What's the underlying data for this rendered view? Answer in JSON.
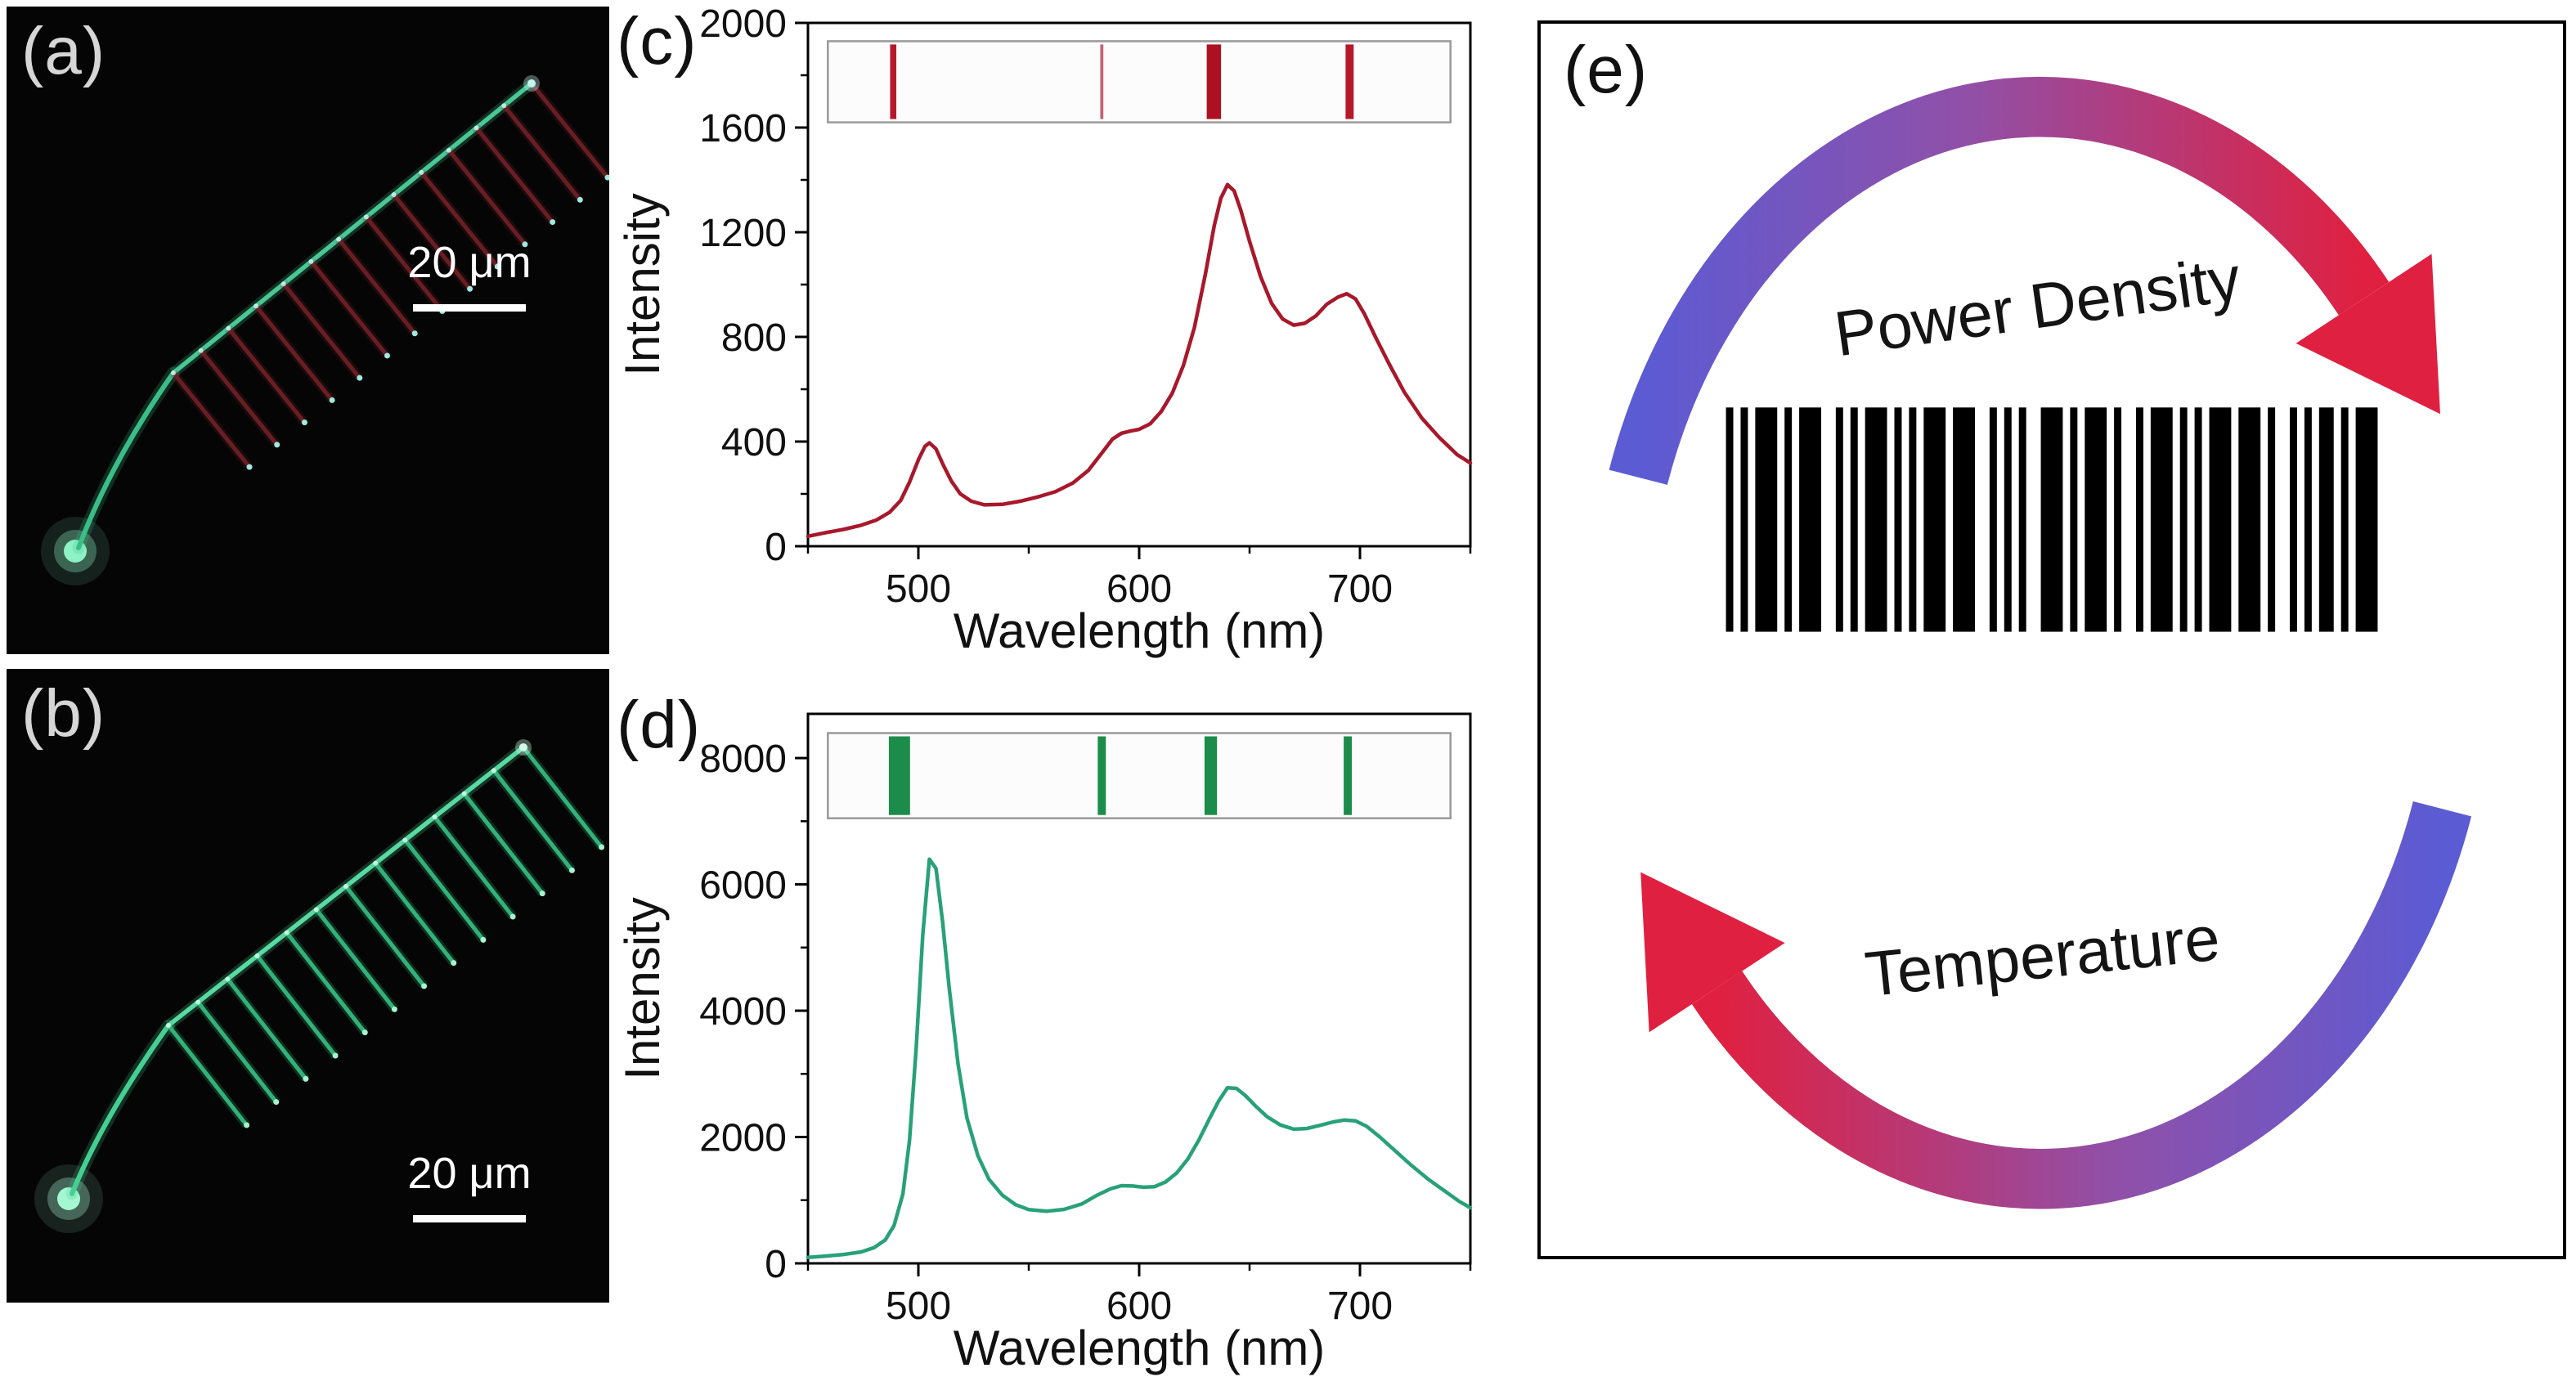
{
  "panels": {
    "a": {
      "label": "(a)",
      "scale_bar": "20 μm",
      "teeth": 14
    },
    "b": {
      "label": "(b)",
      "scale_bar": "20 μm",
      "teeth": 13
    },
    "c": {
      "label": "(c)"
    },
    "d": {
      "label": "(d)"
    },
    "e": {
      "label": "(e)",
      "top_label": "Power Density",
      "bottom_label": "Temperature"
    }
  },
  "colors": {
    "arrow_blue": "#5b5bd4",
    "arrow_mid": "#9050a8",
    "arrow_red": "#e02040",
    "barcode": "#000000",
    "micro_a": {
      "teeth": "#6e2026",
      "tip": "#9fe9e2",
      "spine": "#49c795",
      "handle": "#3bbd8a",
      "blob": "#8df2c6",
      "nodes": "#c2f6ee"
    },
    "micro_b": {
      "teeth": "#35b97e",
      "tip": "#a6f4cf",
      "spine": "#58dba2",
      "handle": "#46cf92",
      "blob": "#a5f7d2",
      "nodes": "#d2fbe8"
    }
  },
  "barcode": {
    "pattern": [
      [
        1,
        1
      ],
      [
        1,
        1
      ],
      [
        3,
        1
      ],
      [
        1,
        1
      ],
      [
        3,
        2
      ],
      [
        1,
        1
      ],
      [
        1,
        1
      ],
      [
        3,
        1
      ],
      [
        1,
        1
      ],
      [
        1,
        1
      ],
      [
        3,
        1
      ],
      [
        3,
        2
      ],
      [
        1,
        1
      ],
      [
        1,
        1
      ],
      [
        1,
        2
      ],
      [
        3,
        1
      ],
      [
        1,
        1
      ],
      [
        3,
        1
      ],
      [
        1,
        2
      ],
      [
        1,
        1
      ],
      [
        3,
        1
      ],
      [
        1,
        1
      ],
      [
        1,
        1
      ],
      [
        3,
        1
      ],
      [
        3,
        1
      ],
      [
        1,
        2
      ],
      [
        1,
        1
      ],
      [
        1,
        1
      ],
      [
        2,
        1
      ],
      [
        1,
        1
      ],
      [
        3,
        0
      ]
    ]
  },
  "chart_data": [
    {
      "panel": "c",
      "type": "line",
      "title": "",
      "xlabel": "Wavelength (nm)",
      "ylabel": "Intensity",
      "xlim": [
        450,
        750
      ],
      "ylim": [
        0,
        2000
      ],
      "xticks": [
        500,
        600,
        700
      ],
      "xticks_minor": [
        450,
        550,
        650,
        750
      ],
      "yticks": [
        0,
        400,
        800,
        1200,
        1600,
        2000
      ],
      "yticks_minor": [
        200,
        600,
        1000,
        1400,
        1800
      ],
      "legend": "none",
      "grid": false,
      "line_color": "#a8182b",
      "x": [
        450,
        458,
        466,
        474,
        481,
        487,
        492,
        496,
        500,
        503,
        505,
        508,
        511,
        515,
        519,
        524,
        530,
        538,
        546,
        554,
        562,
        570,
        577,
        583,
        588,
        592,
        596,
        600,
        605,
        610,
        615,
        620,
        625,
        630,
        634,
        637,
        640,
        643,
        646,
        650,
        655,
        660,
        665,
        670,
        675,
        680,
        685,
        690,
        694,
        698,
        702,
        707,
        713,
        720,
        728,
        736,
        744,
        750
      ],
      "y": [
        38,
        52,
        64,
        80,
        100,
        130,
        175,
        245,
        330,
        382,
        395,
        372,
        315,
        248,
        200,
        172,
        158,
        160,
        172,
        188,
        208,
        242,
        290,
        355,
        410,
        432,
        440,
        447,
        468,
        515,
        585,
        690,
        835,
        1040,
        1225,
        1330,
        1382,
        1358,
        1285,
        1165,
        1030,
        928,
        868,
        845,
        852,
        880,
        925,
        952,
        965,
        945,
        888,
        800,
        700,
        590,
        490,
        415,
        350,
        318
      ],
      "peaks_nm": [
        505,
        590,
        640,
        695
      ],
      "inset_bars": [
        {
          "pos": 0.105,
          "width": 0.01,
          "color": "#b5182b"
        },
        {
          "pos": 0.44,
          "width": 0.005,
          "color": "#c06570"
        },
        {
          "pos": 0.62,
          "width": 0.023,
          "color": "#ad1020"
        },
        {
          "pos": 0.838,
          "width": 0.013,
          "color": "#b5182b"
        }
      ]
    },
    {
      "panel": "d",
      "type": "line",
      "title": "",
      "xlabel": "Wavelength (nm)",
      "ylabel": "Intensity",
      "xlim": [
        450,
        750
      ],
      "ylim": [
        0,
        8700
      ],
      "xticks": [
        500,
        600,
        700
      ],
      "xticks_minor": [
        450,
        550,
        650,
        750
      ],
      "yticks": [
        0,
        2000,
        4000,
        6000,
        8000
      ],
      "yticks_minor": [
        1000,
        3000,
        5000,
        7000
      ],
      "legend": "none",
      "grid": false,
      "line_color": "#28a178",
      "x": [
        450,
        458,
        466,
        474,
        480,
        485,
        489,
        493,
        496,
        499,
        502,
        505,
        508,
        511,
        514,
        518,
        522,
        527,
        532,
        538,
        544,
        550,
        558,
        566,
        574,
        581,
        587,
        592,
        597,
        602,
        607,
        612,
        617,
        622,
        627,
        632,
        636,
        640,
        644,
        648,
        653,
        658,
        664,
        670,
        676,
        682,
        688,
        693,
        698,
        703,
        709,
        716,
        723,
        731,
        739,
        745,
        750
      ],
      "y": [
        95,
        115,
        140,
        180,
        250,
        370,
        600,
        1100,
        1950,
        3400,
        5200,
        6400,
        6250,
        5400,
        4350,
        3150,
        2300,
        1700,
        1330,
        1080,
        930,
        850,
        825,
        855,
        940,
        1080,
        1180,
        1230,
        1225,
        1205,
        1215,
        1290,
        1430,
        1650,
        1950,
        2300,
        2570,
        2780,
        2770,
        2660,
        2480,
        2320,
        2190,
        2125,
        2135,
        2185,
        2240,
        2270,
        2255,
        2170,
        2000,
        1780,
        1560,
        1330,
        1130,
        980,
        880
      ],
      "peaks_nm": [
        505,
        590,
        640,
        695
      ],
      "inset_bars": [
        {
          "pos": 0.115,
          "width": 0.034,
          "color": "#1c8c4a"
        },
        {
          "pos": 0.44,
          "width": 0.013,
          "color": "#1c8c4a"
        },
        {
          "pos": 0.615,
          "width": 0.02,
          "color": "#1c8c4a"
        },
        {
          "pos": 0.835,
          "width": 0.013,
          "color": "#1c8c4a"
        }
      ]
    }
  ]
}
